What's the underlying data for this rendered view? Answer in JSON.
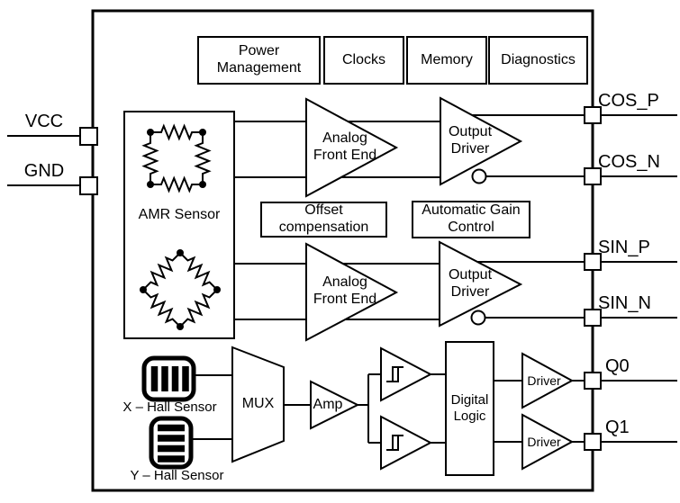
{
  "blocks": {
    "power_management": "Power\nManagement",
    "clocks": "Clocks",
    "memory": "Memory",
    "diagnostics": "Diagnostics",
    "amr_sensor": "AMR Sensor",
    "analog_front_end": "Analog\nFront End",
    "output_driver": "Output\nDriver",
    "offset_compensation": "Offset\ncompensation",
    "automatic_gain_control": "Automatic Gain\nControl",
    "mux": "MUX",
    "amp": "Amp",
    "digital_logic": "Digital\nLogic",
    "driver": "Driver",
    "x_hall_sensor": "X – Hall Sensor",
    "y_hall_sensor": "Y – Hall Sensor"
  },
  "pins": {
    "vcc": "VCC",
    "gnd": "GND",
    "cos_p": "COS_P",
    "cos_n": "COS_N",
    "sin_p": "SIN_P",
    "sin_n": "SIN_N",
    "q0": "Q0",
    "q1": "Q1"
  },
  "colors": {
    "line": "#000000",
    "shape_fill": "#ffffff",
    "text": "#000000"
  }
}
